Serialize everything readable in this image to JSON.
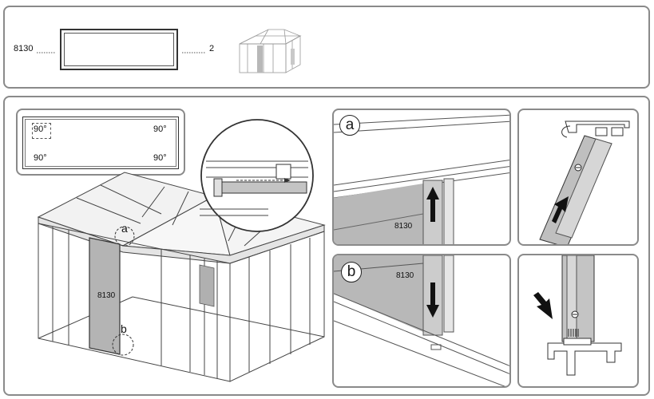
{
  "parts": {
    "part_number": "8130",
    "quantity": "2"
  },
  "corner_detail": {
    "angle_top_left": "90°",
    "angle_top_right": "90°",
    "angle_bottom_left": "90°",
    "angle_bottom_right": "90°"
  },
  "main_view": {
    "panel_label": "8130",
    "callout_a": "a",
    "callout_b": "b"
  },
  "detail_a": {
    "badge": "a",
    "panel_label": "8130"
  },
  "detail_b": {
    "badge": "b",
    "panel_label": "8130"
  },
  "icons": [
    "up-arrow-icon",
    "down-arrow-icon",
    "screw-icon",
    "gazebo-thumbnail-icon"
  ]
}
